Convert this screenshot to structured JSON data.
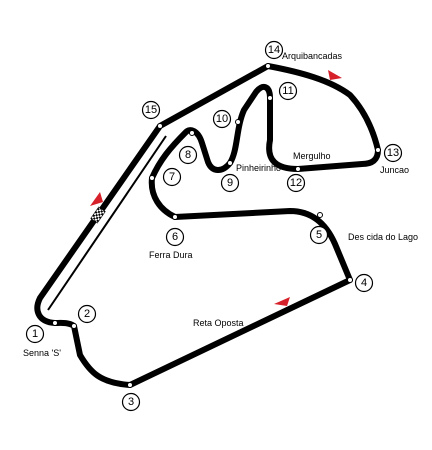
{
  "map": {
    "corners": [
      {
        "number": "1"
      },
      {
        "number": "2"
      },
      {
        "number": "3"
      },
      {
        "number": "4"
      },
      {
        "number": "5"
      },
      {
        "number": "6"
      },
      {
        "number": "7"
      },
      {
        "number": "8"
      },
      {
        "number": "9"
      },
      {
        "number": "10"
      },
      {
        "number": "11"
      },
      {
        "number": "12"
      },
      {
        "number": "13"
      },
      {
        "number": "14"
      },
      {
        "number": "15"
      }
    ],
    "labels": {
      "senna_s": "Senna 'S'",
      "reta_oposta": "Reta Oposta",
      "des_cida_do_lago": "Des cida do Lago",
      "ferra_dura": "Ferra Dura",
      "pinheirinho": "Pinheirinho",
      "mergulho": "Mergulho",
      "juncao": "Juncao",
      "arquibancadas": "Arquibancadas"
    },
    "colors": {
      "track": "#000000",
      "direction_arrow": "#d6202a",
      "background": "#ffffff"
    },
    "icons": [
      "start-finish-flag-icon",
      "direction-arrow-icon"
    ]
  }
}
